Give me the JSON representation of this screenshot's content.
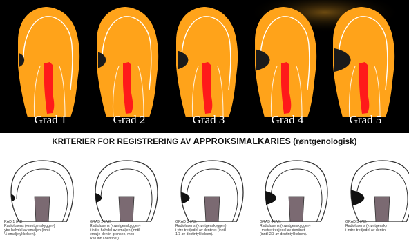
{
  "top_diagram": {
    "labels": [
      "Grad 1",
      "Grad 2",
      "Grad 3",
      "Grad 4",
      "Grad 5"
    ],
    "colors": {
      "background": "#000000",
      "enamel": "#ffa31a",
      "outline": "#ffffff",
      "pulp": "#ff1a1a",
      "lesion": "#1a1a1a"
    },
    "lesion_depth_levels": [
      1,
      2,
      3,
      4,
      5
    ]
  },
  "bottom_panel": {
    "title_prefix": "KRITERIER FOR REGISTRERING AV ",
    "title_emphasis": "APPROKSIMALKARIES",
    "title_suffix": " (røntgenologisk)",
    "captions": [
      "RAD 1 (A1)\nRadiolusens («røntgenskygge»)\nytre halvdel av emaljen (inntil\n½ emaljetykkelsen).",
      "GRAD 2 (A2)\nRadiolusens («røntgenskygge»)\ni indre halvdel av emaljen (inntil\nemalje-dentin grensen, men\nikke inn i dentinet).",
      "GRAD 3 (A3)\nRadiolusens («røntgenskygge»)\ni ytre tredjedel av dentinet (inntil\n1/3 av dentintykkelsen).",
      "GRAD 4 (A4)\nRadiolusens («røntgenskygge»)\ni midtre tredjedel av dentinet\n(inntil 2/3 av dentintykkelsen).",
      "GRAD 5 (A5)\nRadiolusens («røntgensky\ni indre tredjedel av dentin"
    ]
  }
}
